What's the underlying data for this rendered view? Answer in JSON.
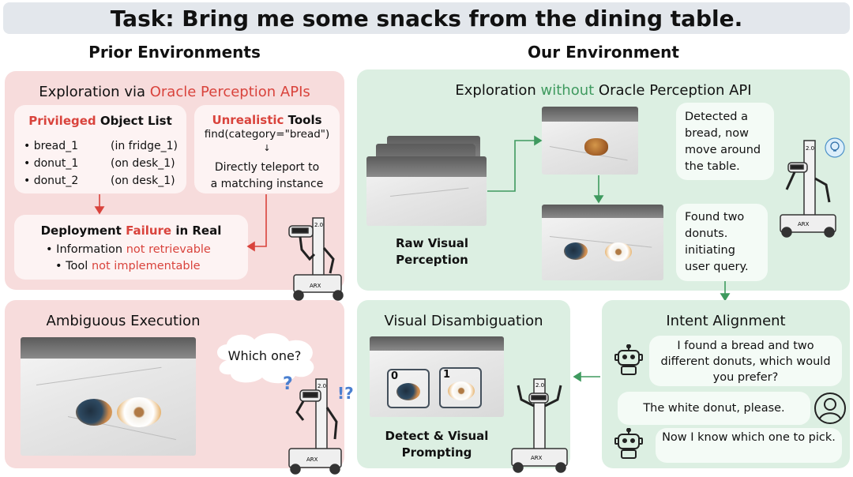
{
  "task": "Task: Bring me some snacks from the dining table.",
  "prior": {
    "title": "Prior Environments",
    "exploration": {
      "prefix": "Exploration via ",
      "highlight": "Oracle Perception APIs"
    },
    "object_list": {
      "title_highlight": "Privileged",
      "title_rest": " Object List",
      "items": [
        {
          "name": "• bread_1",
          "location": "(in fridge_1)"
        },
        {
          "name": "• donut_1",
          "location": "(on desk_1)"
        },
        {
          "name": "• donut_2",
          "location": "(on desk_1)"
        }
      ]
    },
    "tools": {
      "title_highlight": "Unrealistic",
      "title_rest": " Tools",
      "code": "find(category=\"bread\")",
      "arrow": "↓",
      "line1": "Directly teleport to",
      "line2": "a matching instance"
    },
    "deployment": {
      "prefix": "Deployment ",
      "highlight": "Failure",
      "suffix": " in Real",
      "bullet1_prefix": "• Information ",
      "bullet1_highlight": "not retrievable",
      "bullet2_prefix": "• Tool ",
      "bullet2_highlight": "not implementable"
    },
    "ambiguous": {
      "title": "Ambiguous Execution",
      "bubble": "Which one?",
      "q_left": "?",
      "q_right": "!?"
    }
  },
  "ours": {
    "title": "Our Environment",
    "exploration": {
      "prefix": "Exploration ",
      "highlight": "without",
      "suffix": " Oracle Perception API"
    },
    "raw_label_1": "Raw Visual",
    "raw_label_2": "Perception",
    "bubble_top": "Detected a bread, now move around the table.",
    "bubble_mid": "Found two donuts. initiating user query.",
    "visual": {
      "title": "Visual Disambiguation",
      "box0": "0",
      "box1": "1",
      "label_1": "Detect & Visual",
      "label_2": "Prompting"
    },
    "intent": {
      "title": "Intent Alignment",
      "msg1": "I found a bread and two different donuts, which would you prefer?",
      "msg2": "The white donut, please.",
      "msg3": "Now I know which one to pick."
    }
  },
  "robot_badge": "2.0",
  "robot_brand": "ARX",
  "colors": {
    "pink_panel": "#f7dcdc",
    "green_panel": "#dcefe2",
    "red_accent": "#d9433c",
    "green_accent": "#3f9a5f"
  }
}
